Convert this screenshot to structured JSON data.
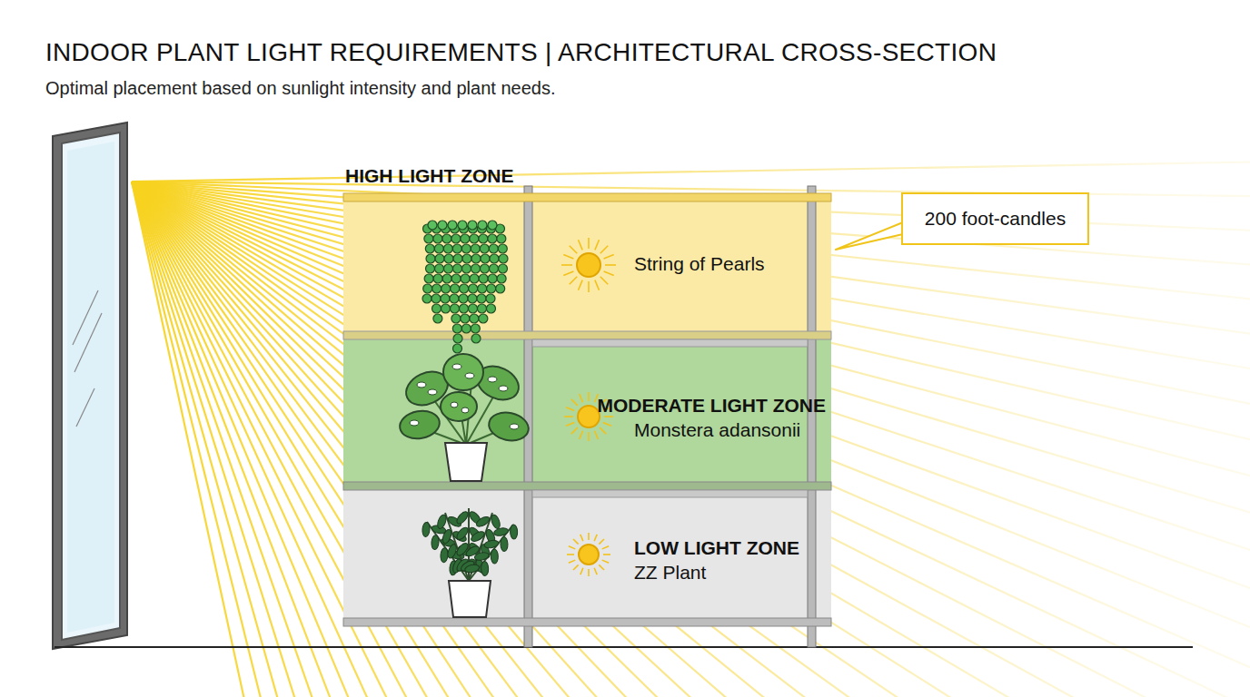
{
  "diagram": {
    "title": "INDOOR PLANT LIGHT REQUIREMENTS | ARCHITECTURAL CROSS-SECTION",
    "caption": "Optimal placement based on sunlight intensity and plant needs.",
    "nodes": [
      {
        "text": [
          "HIGH LIGHT ZONE",
          "String of Pearls"
        ]
      },
      {
        "text": [
          "MODERATE LIGHT ZONE",
          "Monstera adansonii"
        ]
      },
      {
        "text": [
          "LOW LIGHT ZONE",
          "ZZ Plant"
        ]
      },
      {
        "text": [
          "200 foot-candles"
        ]
      }
    ]
  }
}
